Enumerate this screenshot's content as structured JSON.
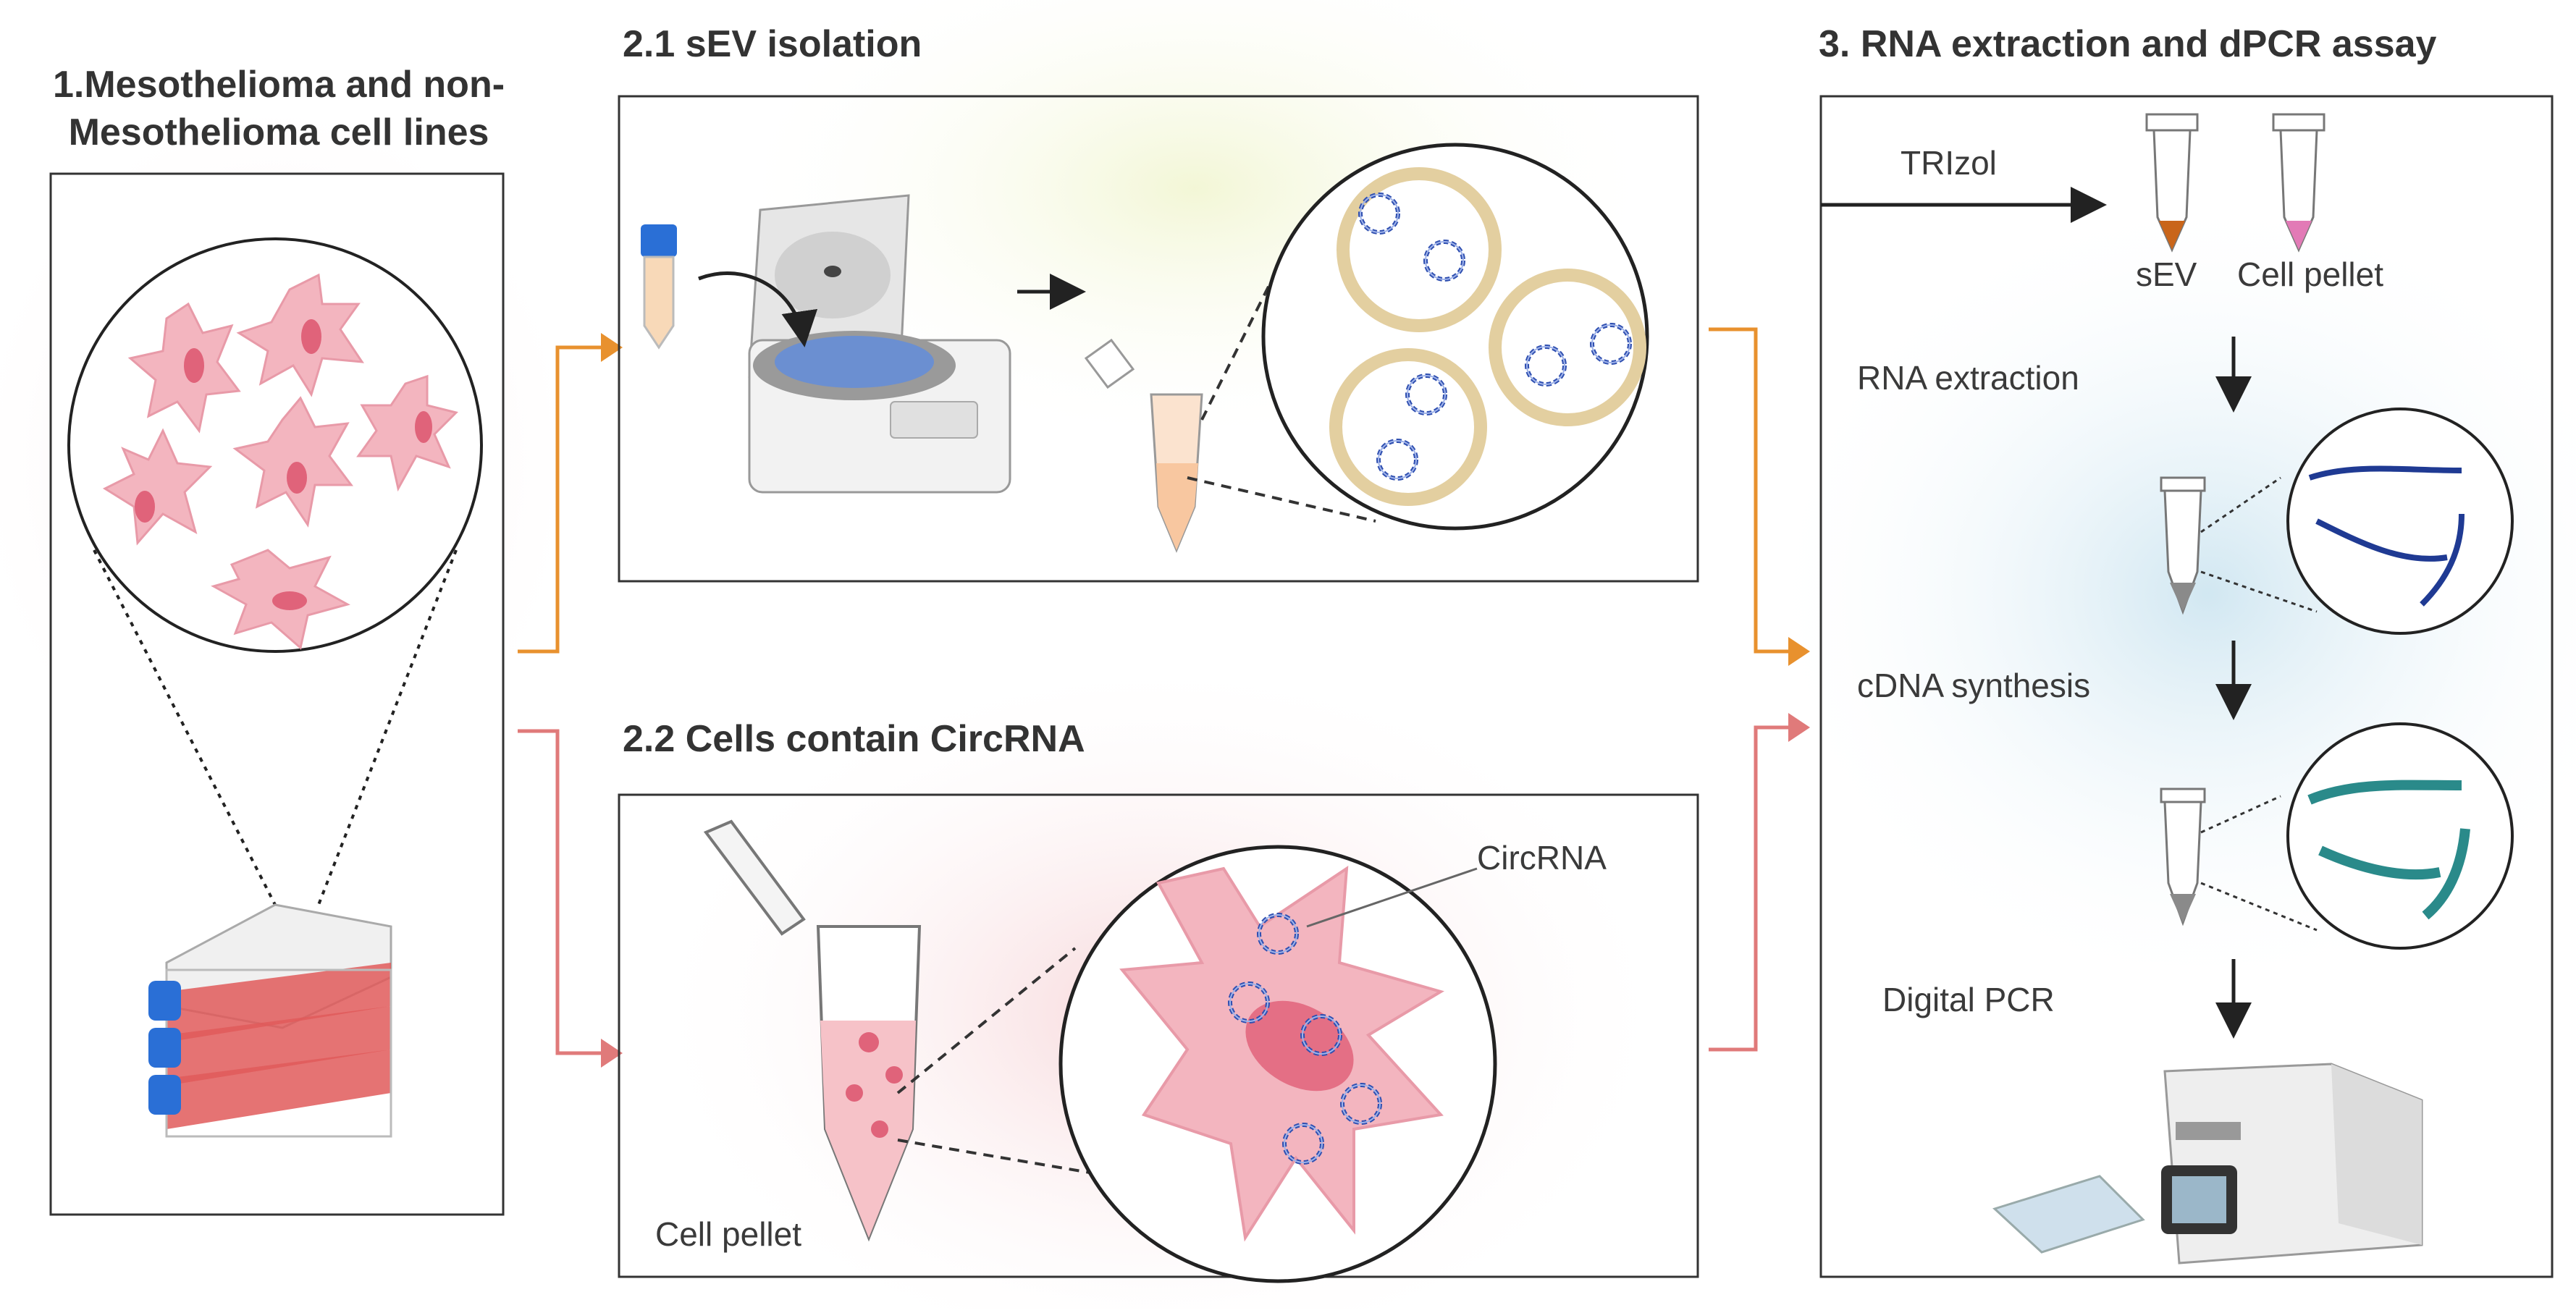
{
  "panel1": {
    "title": "1.Mesothelioma  and non-Mesothelioma cell lines"
  },
  "panel2_1": {
    "title": "2.1 sEV isolation"
  },
  "panel2_2": {
    "title": "2.2 Cells contain CircRNA",
    "circ_label": "CircRNA",
    "pellet_label": "Cell pellet"
  },
  "panel3": {
    "title": "3. RNA extraction and dPCR assay",
    "trizol": "TRIzol",
    "sev": "sEV",
    "cell_pellet": "Cell pellet",
    "rna_extraction": "RNA extraction",
    "cdna_synthesis": "cDNA synthesis",
    "digital_pcr": "Digital PCR"
  },
  "colors": {
    "orange_arrow": "#e8912e",
    "pink_arrow": "#e07a7a",
    "cell_pink": "#f3b5bf",
    "nucleus": "#e0637a",
    "rna_blue": "#1f3a93",
    "cdna_teal": "#2a8a8a",
    "flask_red": "#e05a5a",
    "cap_blue": "#2a6fd6"
  }
}
